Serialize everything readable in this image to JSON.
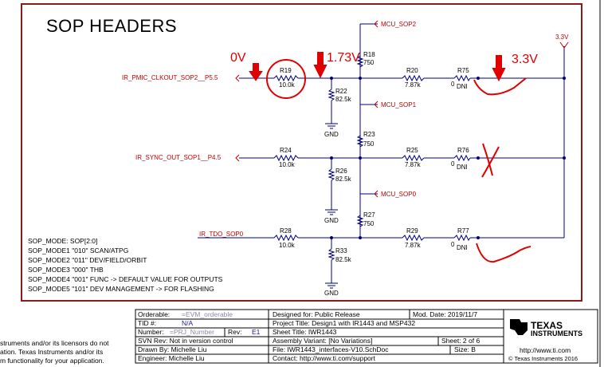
{
  "title": "SOP HEADERS",
  "annotations": [
    "0V",
    "1.73V",
    "3.3V"
  ],
  "supply": "3.3V",
  "nets": {
    "input_sop2": "IR_PMIC_CLKOUT_SOP2__P5.5",
    "input_sop1": "IR_SYNC_OUT_SOP1__P4.5",
    "input_sop0": "IR_TDO_SOP0",
    "mcu_sop2": "MCU_SOP2",
    "mcu_sop1": "MCU_SOP1",
    "mcu_sop0": "MCU_SOP0"
  },
  "components": {
    "R19": {
      "ref": "R19",
      "value": "10.0k"
    },
    "R22": {
      "ref": "R22",
      "value": "82.5k"
    },
    "R18": {
      "ref": "R18",
      "value": "750"
    },
    "R20": {
      "ref": "R20",
      "value": "7.87k"
    },
    "R75": {
      "ref": "R75",
      "value": "0",
      "dni": "DNI"
    },
    "R24": {
      "ref": "R24",
      "value": "10.0k"
    },
    "R26": {
      "ref": "R26",
      "value": "82.5k"
    },
    "R23": {
      "ref": "R23",
      "value": "750"
    },
    "R25": {
      "ref": "R25",
      "value": "7.87k"
    },
    "R76": {
      "ref": "R76",
      "value": "0",
      "dni": "DNI"
    },
    "R28": {
      "ref": "R28",
      "value": "10.0k"
    },
    "R33": {
      "ref": "R33",
      "value": "82.5k"
    },
    "R27": {
      "ref": "R27",
      "value": "750"
    },
    "R29": {
      "ref": "R29",
      "value": "7.87k"
    },
    "R77": {
      "ref": "R77",
      "value": "0",
      "dni": "DNI"
    }
  },
  "gnd": "GND",
  "mode_notes": [
    "SOP_MODE: SOP[2:0]",
    "SOP_MODE1    \"010\"   SCAN/ATPG",
    "SOP_MODE2    \"011\"    DEV/FIELD/ORBIT",
    "SOP_MODE3    \"000\"    THB",
    "SOP_MODE4    \"001\"    FUNC    -> DEFAULT VALUE FOR OUTPUTS",
    "SOP_MODE5    \"101\"    DEV MANAGEMENT -> FOR FLASHING"
  ],
  "title_block": {
    "orderable_label": "Orderable:",
    "orderable_value": "=EVM_orderable",
    "designed_for": "Designed for: Public Release",
    "mod_date": "Mod. Date: 2019/11/7",
    "tid_label": "TID #:",
    "tid_value": "N/A",
    "project_title": "Project Title: Design1 with IR1443 and MSP432",
    "number_label": "Number:",
    "number_value": "=PRJ_Number",
    "rev_label": "Rev:",
    "rev_value": "E1",
    "sheet_title": "Sheet Title: IWR1443",
    "svn_rev": "SVN Rev:    Not in version control",
    "assembly_variant": "Assembly Variant: [No Variations]",
    "sheet": "Sheet: 2  of  6",
    "drawn_by": "Drawn By: Michelle Liu",
    "file": "File: IWR1443_interfaces-V10.SchDoc",
    "size": "Size: B",
    "engineer": "Engineer: Michelle Liu",
    "contact": "Contact:  http://www.ti.com/support",
    "ti_url": "http://www.ti.com",
    "copyright": "© Texas Instruments  2016",
    "ti_brand_line1": "TEXAS",
    "ti_brand_line2": "INSTRUMENTS"
  },
  "disclaimer_lines": [
    "struments and/or its licensors do not",
    "ation. Texas Instruments and/or its",
    "m functionality for your application."
  ]
}
